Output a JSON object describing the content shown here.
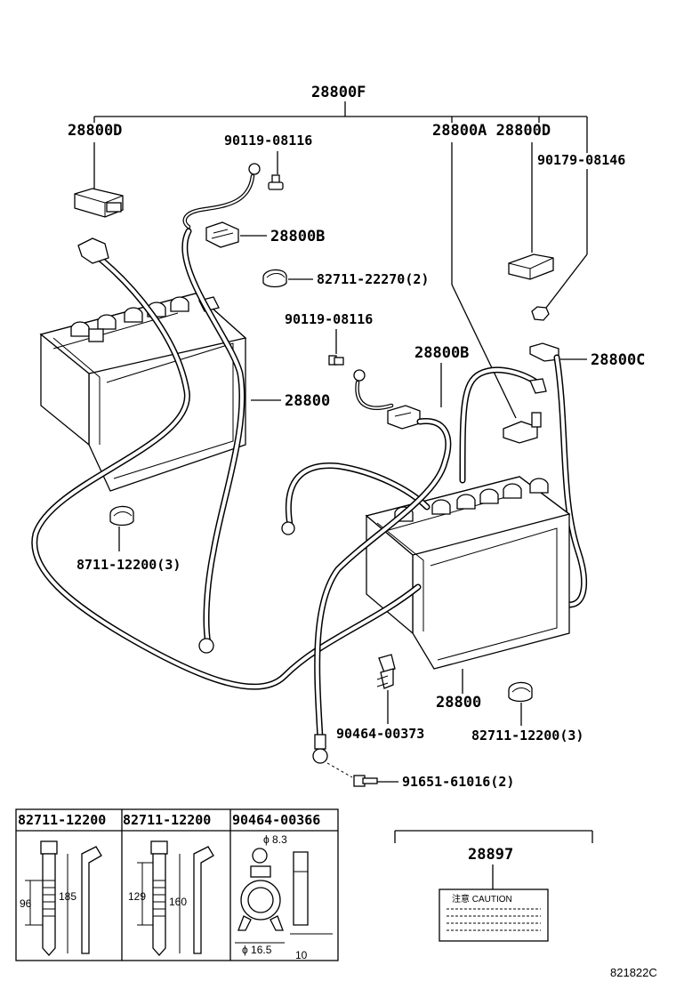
{
  "labels": {
    "assy": "28800F",
    "d_left": "28800D",
    "bolt_top": "90119-08116",
    "a_and_d": "28800A 28800D",
    "nut": "90179-08146",
    "b_top": "28800B",
    "clamp_mid": "82711-22270(2)",
    "bolt_mid": "90119-08116",
    "b_mid": "28800B",
    "c": "28800C",
    "battery_left": "28800",
    "clamp_left": "8711-12200(3)",
    "battery_right": "28800",
    "clip_bottom": "90464-00373",
    "clamp_right": "82711-12200(3)",
    "bolt_bottom": "91651-61016(2)",
    "caution_part": "28897",
    "caution_text": "注意 CAUTION",
    "drawing_no": "821822C"
  },
  "detail_table": {
    "headers": [
      "82711-12200",
      "82711-12200",
      "90464-00366"
    ],
    "cell1": {
      "dim_a": "96",
      "dim_b": "185"
    },
    "cell2": {
      "dim_a": "129",
      "dim_b": "160"
    },
    "cell3": {
      "dim_a": "ϕ 8.3",
      "dim_b": "ϕ 16.5",
      "dim_c": "10"
    }
  }
}
